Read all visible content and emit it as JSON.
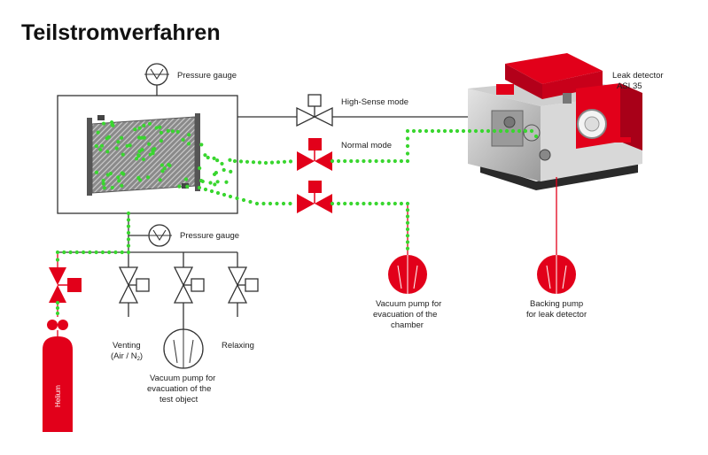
{
  "title": "Teilstromverfahren",
  "labels": {
    "pressure_gauge_top": "Pressure gauge",
    "pressure_gauge_bottom": "Pressure gauge",
    "high_sense_mode": "High-Sense mode",
    "normal_mode": "Normal mode",
    "leak_detector_line1": "Leak detector",
    "leak_detector_line2": "ASI 35",
    "vacuum_pump_chamber_line1": "Vacuum pump for",
    "vacuum_pump_chamber_line2": "evacuation of the",
    "vacuum_pump_chamber_line3": "chamber",
    "backing_pump_line1": "Backing pump",
    "backing_pump_line2": "for leak detector",
    "venting_line1": "Venting",
    "venting_line2": "(Air / N",
    "venting_sub": "2",
    "venting_close": ")",
    "vacuum_pump_test_line1": "Vacuum pump for",
    "vacuum_pump_test_line2": "evacuation of the",
    "vacuum_pump_test_line3": "test object",
    "relaxing": "Relaxing",
    "helium": "Helium"
  },
  "colors": {
    "accent_red": "#e2001a",
    "helium_green": "#39d62f",
    "line": "#333333"
  }
}
